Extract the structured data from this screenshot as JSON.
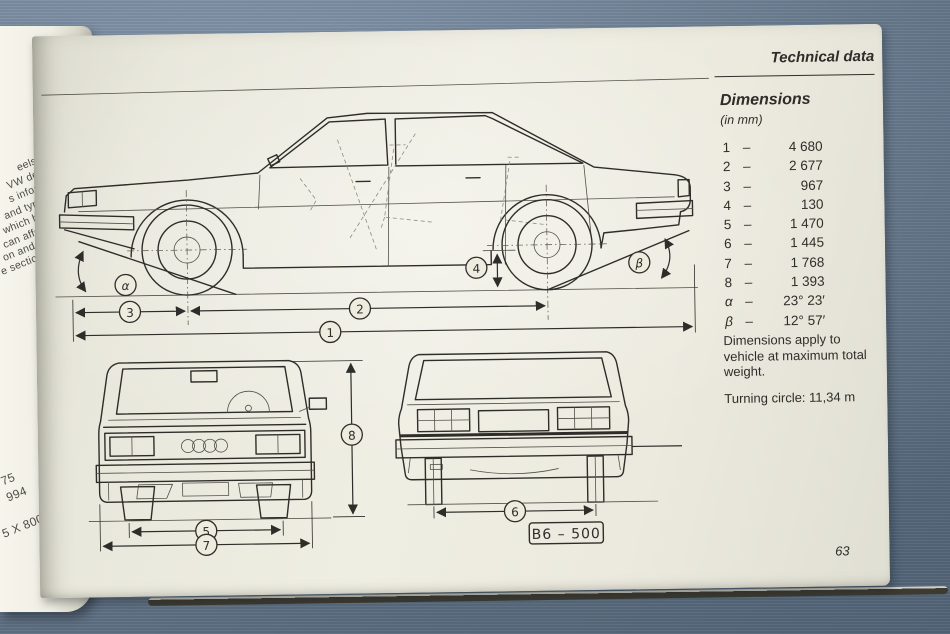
{
  "page": {
    "header": "Technical data",
    "page_number": "63"
  },
  "dimensions_panel": {
    "title": "Dimensions",
    "unit_note": "(in mm)",
    "separator": "–",
    "rows": [
      {
        "label": "1",
        "value": "4 680"
      },
      {
        "label": "2",
        "value": "2 677"
      },
      {
        "label": "3",
        "value": "967"
      },
      {
        "label": "4",
        "value": "130"
      },
      {
        "label": "5",
        "value": "1 470"
      },
      {
        "label": "6",
        "value": "1 445"
      },
      {
        "label": "7",
        "value": "1 768"
      },
      {
        "label": "8",
        "value": "1 393"
      },
      {
        "label": "α",
        "value": "23° 23′"
      },
      {
        "label": "β",
        "value": "12° 57′"
      }
    ],
    "note": "Dimensions apply to vehicle at maximum total weight.",
    "turning_circle": "Turning circle: 11,34 m"
  },
  "diagram": {
    "figure_code": "B6 – 500",
    "markers": {
      "m1": "1",
      "m2": "2",
      "m3": "3",
      "m4": "4",
      "m5": "5",
      "m6": "6",
      "m7": "7",
      "m8": "8",
      "alpha": "α",
      "beta": "β"
    }
  },
  "left_page": {
    "fragments": [
      {
        "text": "eels or"
      },
      {
        "text": "VW dea"
      },
      {
        "text": "s  infor"
      },
      {
        "text": "and tyre"
      },
      {
        "text": "which h"
      },
      {
        "text": "can  affe"
      },
      {
        "text": "on   and"
      },
      {
        "text": "e  sectio"
      },
      {
        "text": "75"
      },
      {
        "text": "994"
      },
      {
        "text": "5 X 800"
      }
    ]
  },
  "colors": {
    "background": "#72879f",
    "paper": "#eceade",
    "ink": "#2e2d29"
  }
}
